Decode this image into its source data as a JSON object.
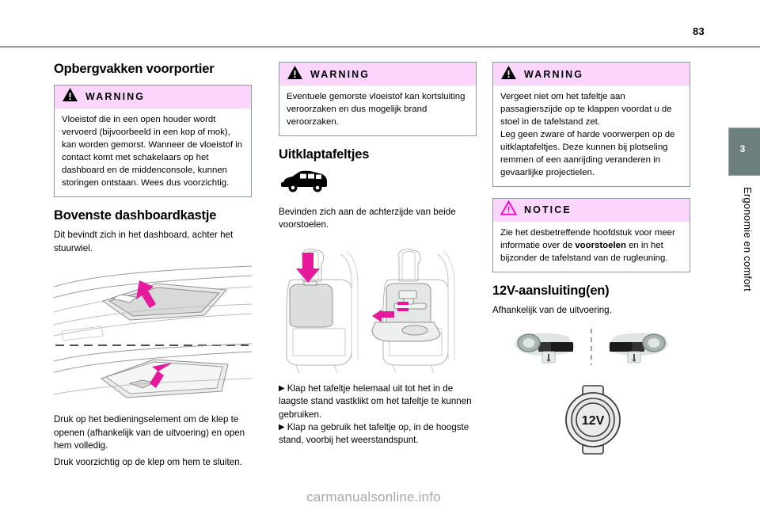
{
  "header": {
    "page_number": "83"
  },
  "chapter_tab": {
    "number": "3",
    "title": "Ergonomie en comfort",
    "tab_color": "#6e7f80"
  },
  "colors": {
    "alert_header_pink": "#fbd5fb",
    "alert_border": "#8d9a9c",
    "notice_triangle": "#ff00cc",
    "arrow_magenta": "#e6189b",
    "rule": "#8d9a9c",
    "watermark": "#a8a8a8"
  },
  "left_column": {
    "heading": "Opbergvakken voorportier",
    "warning": {
      "icon": "warning-triangle-icon",
      "title": "WARNING",
      "body": "Vloeistof die in een open houder wordt vervoerd (bijvoorbeeld in een kop of mok), kan worden gemorst. Wanneer de vloeistof in contact komt met schakelaars op het dashboard en de middenconsole, kunnen storingen ontstaan. Wees dus voorzichtig."
    },
    "heading2": "Bovenste dashboardkastje",
    "intro": "Dit bevindt zich in het dashboard, achter het stuurwiel.",
    "figure_name": "upper-glovebox-illustration",
    "outro_1": "Druk op het bedieningselement om de klep te openen (afhankelijk van de uitvoering) en open hem volledig.",
    "outro_2": "Druk voorzichtig op de klep om hem te sluiten."
  },
  "center_column": {
    "warning": {
      "icon": "warning-triangle-icon",
      "title": "WARNING",
      "body": "Eventuele gemorste vloeistof kan kortsluiting veroorzaken en dus mogelijk brand veroorzaken."
    },
    "heading": "Uitklaptafeltjes",
    "van_icon": "van-silhouette-icon",
    "intro": "Bevinden zich aan de achterzijde van beide voorstoelen.",
    "figure_name": "folding-tray-table-illustration",
    "bullets": [
      {
        "marker": "▶",
        "text": "Klap het tafeltje helemaal uit tot het in de laagste stand vastklikt om het tafeltje te kunnen gebruiken."
      },
      {
        "marker": "▶",
        "text": "Klap na gebruik het tafeltje op, in de hoogste stand, voorbij het weerstandspunt."
      }
    ]
  },
  "right_column": {
    "warning": {
      "icon": "warning-triangle-icon",
      "title": "WARNING",
      "body_1": "Vergeet niet om het tafeltje aan passagierszijde op te klappen voordat u de stoel in de tafelstand zet.",
      "body_2": "Leg geen zware of harde voorwerpen op de uitklaptafeltjes. Deze kunnen bij plotseling remmen of een aanrijding veranderen in gevaarlijke projectielen."
    },
    "notice": {
      "icon": "notice-triangle-icon",
      "title": "NOTICE",
      "body_before": "Zie het desbetreffende hoofdstuk voor meer informatie over de ",
      "body_bold": "voorstoelen",
      "body_after": " en in het bijzonder de tafelstand van de rugleuning."
    },
    "heading": "12V-aansluiting(en)",
    "intro": "Afhankelijk van de uitvoering.",
    "figure_dashboards_name": "dashboard-socket-locations-illustration",
    "figure_socket_name": "12v-socket-illustration",
    "socket_label": "12V"
  },
  "footer": {
    "watermark": "carmanualsonline.info"
  }
}
